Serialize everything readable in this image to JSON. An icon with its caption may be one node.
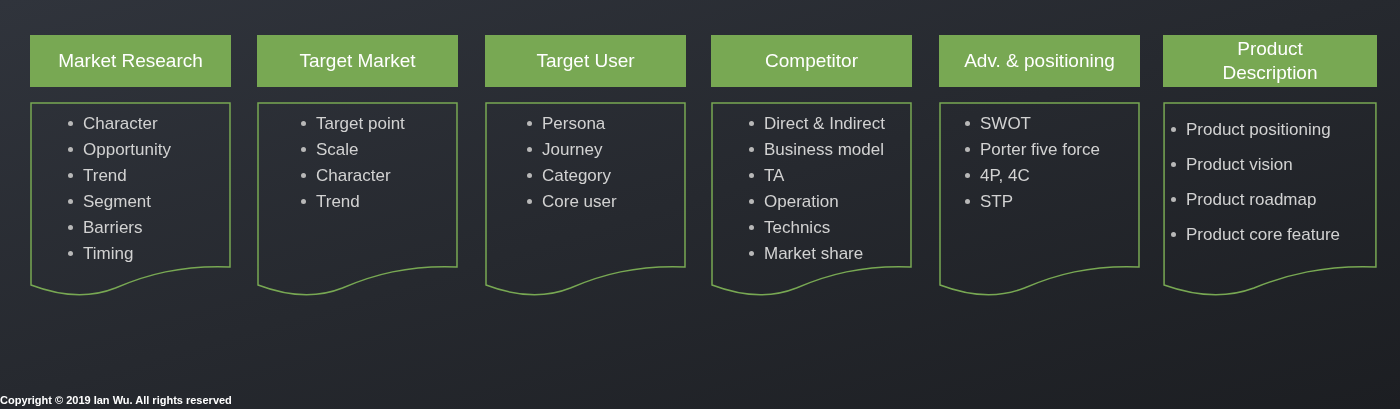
{
  "diagram": {
    "nodes": [
      {
        "text": [
          "Market Research"
        ]
      },
      {
        "text": [
          "Character",
          "Opportunity",
          "Trend",
          "Segment",
          "Barriers",
          "Timing"
        ]
      },
      {
        "text": [
          "Target Market"
        ]
      },
      {
        "text": [
          "Target point",
          "Scale",
          "Character",
          "Trend"
        ]
      },
      {
        "text": [
          "Target User"
        ]
      },
      {
        "text": [
          "Persona",
          "Journey",
          "Category",
          "Core user"
        ]
      },
      {
        "text": [
          "Competitor"
        ]
      },
      {
        "text": [
          "Direct & Indirect",
          "Business model",
          "TA",
          "Operation",
          "Technics",
          "Market share"
        ]
      },
      {
        "text": [
          "Adv. & positioning"
        ]
      },
      {
        "text": [
          "SWOT",
          "Porter five force",
          "4P, 4C",
          "STP"
        ]
      },
      {
        "text": [
          "Product Description"
        ]
      },
      {
        "text": [
          "Product positioning",
          "Product vision",
          "Product roadmap",
          "Product core feature"
        ]
      }
    ],
    "labels": [
      "Copyright © 2019 Ian Wu. All rights reserved"
    ]
  }
}
